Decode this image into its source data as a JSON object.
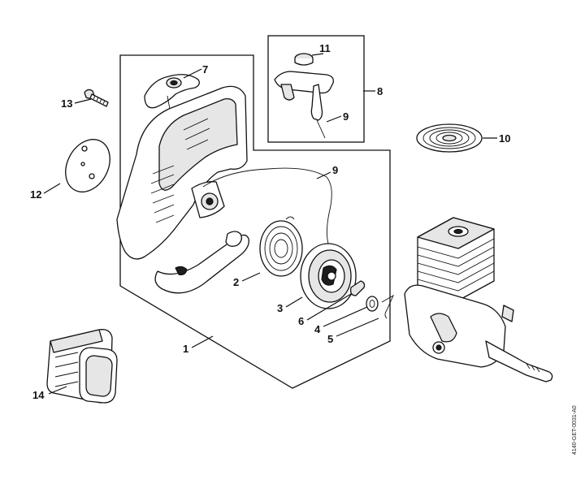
{
  "callouts": {
    "c1": "1",
    "c2": "2",
    "c3": "3",
    "c4": "4",
    "c5": "5",
    "c6": "6",
    "c7": "7",
    "c8": "8",
    "c9a": "9",
    "c9b": "9",
    "c10": "10",
    "c11": "11",
    "c12": "12",
    "c13": "13",
    "c14": "14"
  },
  "document_id": "4140-GET-0031-A0"
}
